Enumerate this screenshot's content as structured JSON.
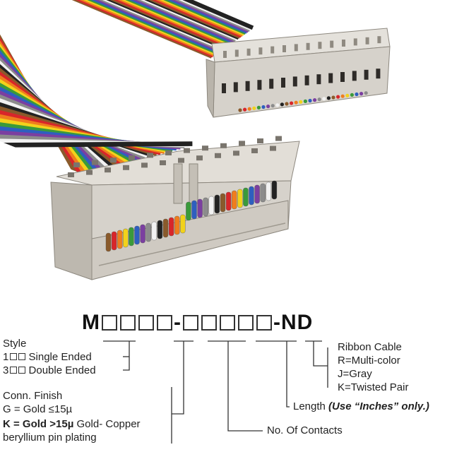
{
  "part_number": {
    "prefix": "M",
    "separator_1": "-",
    "separator_2": "-",
    "suffix": "ND"
  },
  "style": {
    "heading": "Style",
    "option_1_code": "1",
    "option_1_text": "Single Ended",
    "option_2_code": "3",
    "option_2_text": "Double Ended"
  },
  "conn_finish": {
    "heading": "Conn. Finish",
    "option_g": "G = Gold ≤15µ",
    "option_k_code": "K = Gold >15µ",
    "option_k_text": " Gold- Copper",
    "option_k_text_2": "beryllium pin plating"
  },
  "length": {
    "label": "Length ",
    "note": "(Use “Inches” only.)"
  },
  "contacts": {
    "label": "No. Of Contacts"
  },
  "ribbon": {
    "heading": "Ribbon Cable",
    "option_r": "R=Multi-color",
    "option_j": "J=Gray",
    "option_k": "K=Twisted Pair"
  },
  "colors": {
    "wire_colors": [
      "#8a5a2b",
      "#d8262a",
      "#ef7d1e",
      "#f2d21b",
      "#3a9a3a",
      "#2e5fbf",
      "#7b3fa0",
      "#8c8c8c",
      "#f2f2f2",
      "#222222"
    ],
    "connector_body": "#d6d2cb",
    "connector_shadow": "#a9a49b",
    "connector_dark": "#3d3a36",
    "line_color": "#333333"
  },
  "icons": [
    "ribbon-cable-assembly-illustration"
  ]
}
